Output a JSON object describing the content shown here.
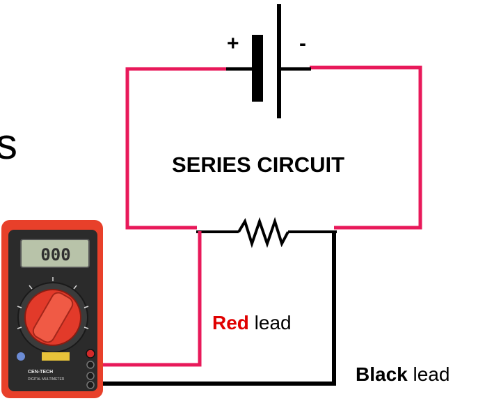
{
  "fragment_text": "s",
  "battery": {
    "positive_sign": "+",
    "negative_sign": "-"
  },
  "circuit_label": "SERIES CIRCUIT",
  "red_lead": {
    "word": "Red",
    "suffix": " lead"
  },
  "black_lead": {
    "word": "Black",
    "suffix": " lead"
  },
  "multimeter": {
    "display": "000",
    "brand": "CEN-TECH",
    "model": "DIGITAL MULTIMETER"
  },
  "colors": {
    "red_wire": "#e8195a",
    "black_wire": "#000000",
    "red_label": "#e00000",
    "meter_body": "#e8402a",
    "meter_dark": "#2b2b2b",
    "lcd": "#b8c3a9"
  }
}
